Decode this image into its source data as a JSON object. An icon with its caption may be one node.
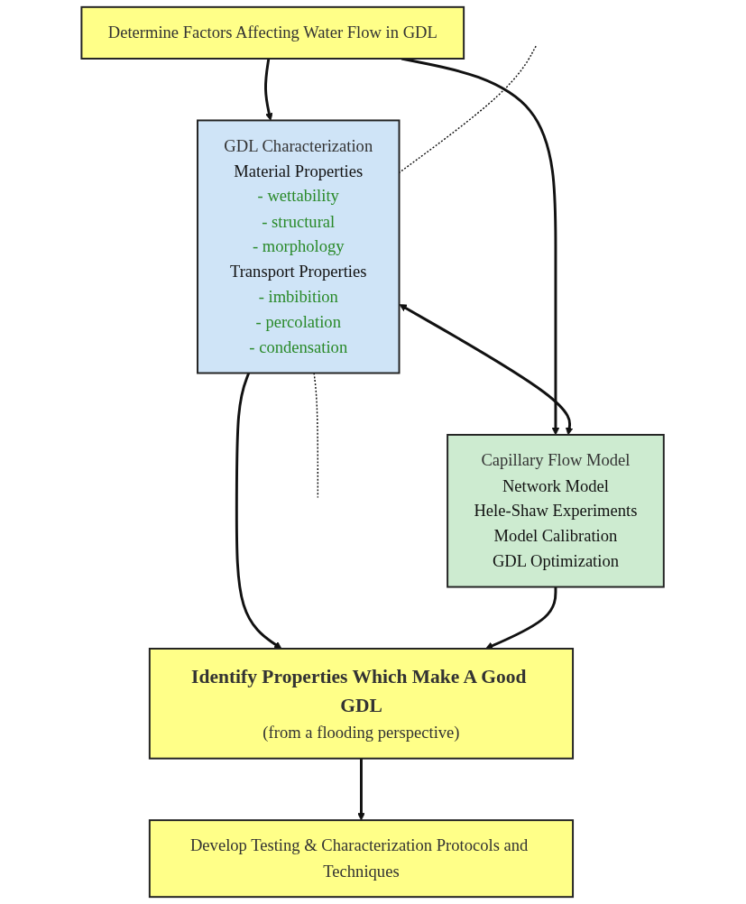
{
  "diagram": {
    "nodes": [
      {
        "text": [
          "Determine Factors Affecting Water Flow in GDL"
        ]
      },
      {
        "text": [
          "GDL Characterization",
          "Material Properties",
          "- wettability",
          "- structural",
          "- morphology",
          "Transport Properties",
          "- imbibition",
          "- percolation",
          "- condensation"
        ]
      },
      {
        "text": [
          "Capillary Flow Model",
          "Network Model",
          "Hele-Shaw Experiments",
          "Model Calibration",
          "GDL Optimization"
        ]
      },
      {
        "text": [
          "Identify Properties Which Make A Good GDL",
          "(from a flooding perspective)"
        ]
      },
      {
        "text": [
          "Develop Testing & Characterization Protocols and Techniques"
        ]
      }
    ],
    "edges": [
      {
        "from": 0,
        "to": 1,
        "arrow": "to"
      },
      {
        "from": 0,
        "to": 2,
        "arrow": "to"
      },
      {
        "from": 1,
        "to": 2,
        "arrow": "both"
      },
      {
        "from": 1,
        "to": 3,
        "arrow": "to"
      },
      {
        "from": 2,
        "to": 3,
        "arrow": "to"
      },
      {
        "from": 3,
        "to": 4,
        "arrow": "to"
      },
      {
        "from": null,
        "to": 1,
        "arrow": "none",
        "style": "dashed"
      },
      {
        "from": 1,
        "to": null,
        "arrow": "none",
        "style": "dashed"
      }
    ]
  }
}
